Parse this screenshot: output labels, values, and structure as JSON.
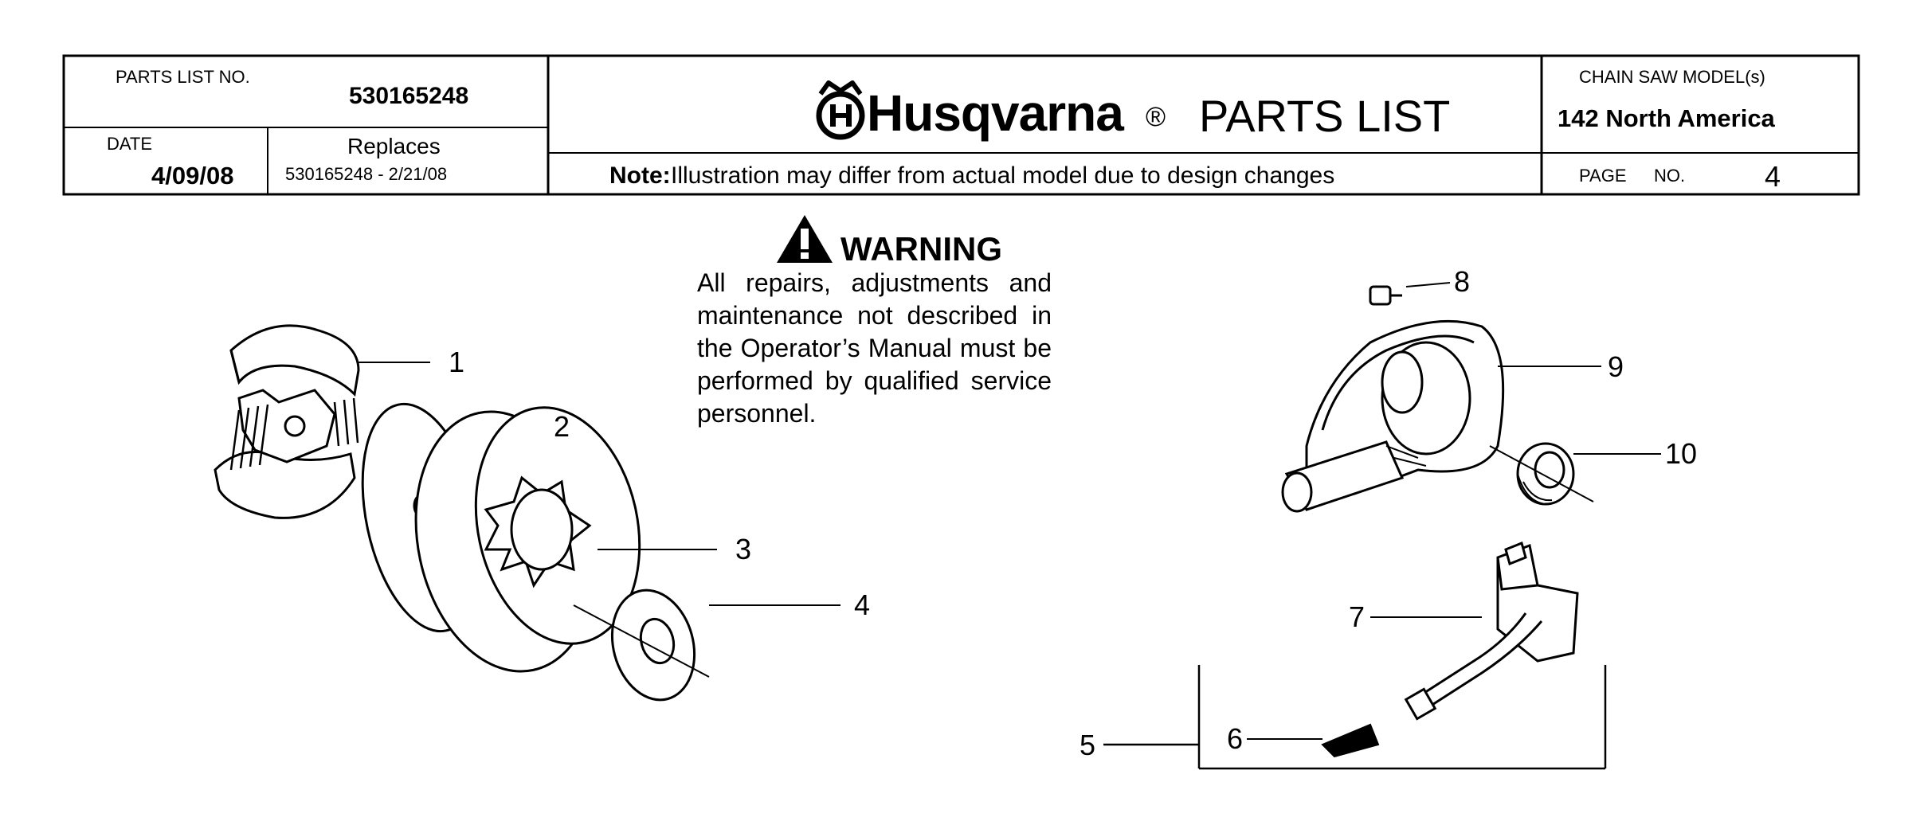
{
  "header": {
    "parts_list_no_label": "PARTS LIST NO.",
    "parts_list_no_value": "530165248",
    "date_label": "DATE",
    "date_value": "4/09/08",
    "replaces_label": "Replaces",
    "replaces_value": "530165248 - 2/21/08",
    "brand_name": "Husqvarna",
    "registered_mark": "®",
    "title": "PARTS LIST",
    "note_label": "Note:",
    "note_text": "Illustration may differ from actual model due to design changes",
    "model_label": "CHAIN SAW MODEL(s)",
    "model_value": "142 North America",
    "page_label": "PAGE",
    "page_no_label": "NO.",
    "page_value": "4"
  },
  "warning": {
    "icon_glyph": "!",
    "title": "WARNING",
    "text": "All repairs, adjustments and maintenance not described in the Operator’s Manual must be performed by qualified service personnel."
  },
  "callouts": [
    "1",
    "2",
    "3",
    "4",
    "5",
    "6",
    "7",
    "8",
    "9",
    "10"
  ],
  "colors": {
    "ink": "#000000",
    "paper": "#ffffff"
  }
}
